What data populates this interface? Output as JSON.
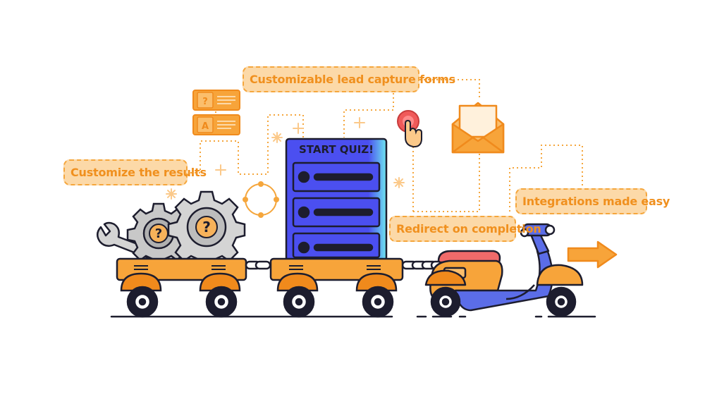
{
  "labels": {
    "lead_capture": "Customizable lead capture forms",
    "customize_results": "Customize the results",
    "integrations": "Integrations made easy",
    "redirect": "Redirect on completion"
  },
  "quiz_screen": {
    "title": "START QUIZ!"
  },
  "colors": {
    "accent_orange": "#f5a63c",
    "label_fill": "#fcd9a8",
    "label_text": "#f0901e",
    "screen_blue": "#4b4ff0",
    "screen_cyan": "#6ee6f0",
    "scooter_blue": "#5b6de8",
    "gear_gray": "#c8c8c8",
    "outline": "#1d1d2e"
  },
  "icons": [
    "question-card-icon",
    "answer-card-icon",
    "envelope-icon",
    "tap-button-icon",
    "arrow-right-icon",
    "gear-icon",
    "wrench-icon",
    "chain-link-icon"
  ]
}
